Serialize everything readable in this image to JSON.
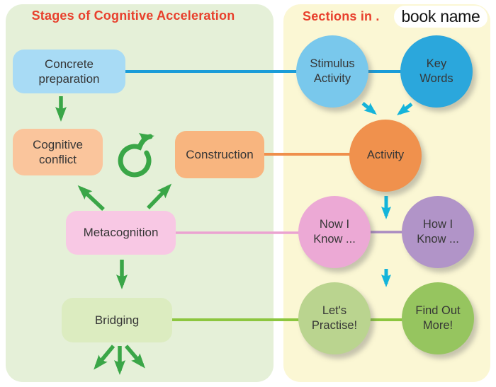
{
  "left_panel": {
    "title": "Stages of Cognitive Acceleration",
    "boxes": {
      "concrete": {
        "line1": "Concrete",
        "line2": "preparation"
      },
      "cognitive": {
        "line1": "Cognitive",
        "line2": "conflict"
      },
      "construction": {
        "label": "Construction"
      },
      "metacognition": {
        "label": "Metacognition"
      },
      "bridging": {
        "label": "Bridging"
      }
    }
  },
  "right_panel": {
    "title": "Sections in .",
    "overlay_label": "book name",
    "circles": {
      "stimulus": {
        "line1": "Stimulus",
        "line2": "Activity"
      },
      "keywords": {
        "line1": "Key",
        "line2": "Words"
      },
      "activity": {
        "label": "Activity"
      },
      "now": {
        "line1": "Now I",
        "line2": "Know ..."
      },
      "how": {
        "line1": "How I",
        "line2": "Know ..."
      },
      "lets": {
        "line1": "Let's",
        "line2": "Practise!"
      },
      "find": {
        "line1": "Find Out",
        "line2": "More!"
      }
    }
  },
  "icons": {
    "cycle_arrow": "cycle-arrow-icon",
    "down_arrow": "down-arrow-icon"
  },
  "colors": {
    "left_panel_bg": "#e5f0d8",
    "right_panel_bg": "#fbf7d4",
    "title_red": "#e8402d",
    "text_dark": "#363636",
    "green_arrow": "#3aa647",
    "cyan_arrow": "#14b4da",
    "concrete_box": "#a8dbf5",
    "cognitive_box": "#fac59c",
    "construction_box": "#f8b57f",
    "metacognition_box": "#f8c8e4",
    "bridging_box": "#dcecc0",
    "stimulus_circle": "#79c8ec",
    "keywords_circle": "#2ba7dc",
    "activity_circle": "#f0914d",
    "now_circle": "#eca9d5",
    "how_circle": "#b194c8",
    "lets_circle": "#bad48f",
    "find_circle": "#96c55f",
    "blue_line": "#1a9cd8",
    "orange_line": "#ef8f4c",
    "pink_line": "#eba3d1",
    "purple_line": "#a98bc1",
    "green_line": "#8cc63f"
  }
}
